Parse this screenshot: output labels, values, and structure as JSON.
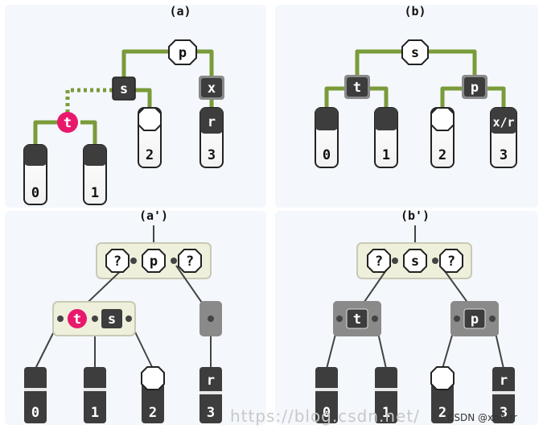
{
  "colors": {
    "edge_green": "#7a9b3a",
    "node_dark": "#3d3d3d",
    "node_grey": "#8a8a8a",
    "highlight": "#e8196c",
    "leaf_border": "#222222",
    "group_bg": "#eef0dc",
    "group_border": "#c9c9b6",
    "panel_bg": "#f4f7fb",
    "connector_grey": "#444444"
  },
  "panels": {
    "a": {
      "label": "(a)"
    },
    "b": {
      "label": "(b)"
    },
    "a_prime": {
      "label": "(a')"
    },
    "b_prime": {
      "label": "(b')"
    }
  },
  "nodes": {
    "p": "p",
    "s": "s",
    "x": "x",
    "t": "t",
    "r": "r",
    "xr": "x/r",
    "q": "?"
  },
  "leaves": {
    "l0": "0",
    "l1": "1",
    "l2": "2",
    "l3": "3"
  },
  "watermark": {
    "url": "https://blog.csdn.net/",
    "tag": "CSDN @xhhrrr"
  }
}
